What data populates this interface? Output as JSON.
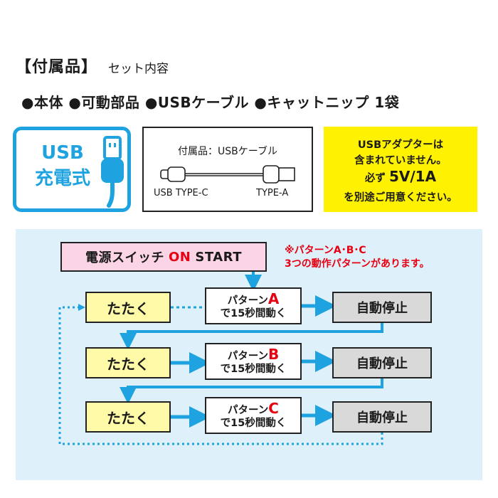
{
  "header": {
    "title": "【付属品】",
    "subtitle": "セット内容"
  },
  "contents_line": "●本体 ●可動部品 ●USBケーブル ●キャットニップ 1袋",
  "usb_badge": {
    "line1": "USB",
    "line2": "充電式",
    "icon": "usb-plug-icon",
    "color": "#1fa3e0"
  },
  "cable": {
    "title": "付属品：USBケーブル",
    "left_label": "USB TYPE-C",
    "right_label": "TYPE-A",
    "icon": "usb-cable-icon"
  },
  "adapter_note": {
    "line1": "USBアダプターは",
    "line2": "含まれていません。",
    "line3_prefix": "必ず",
    "line3_value": "5V/1A",
    "line4": "を別途ご用意ください。",
    "bg_color": "#fff200"
  },
  "flow": {
    "power": {
      "prefix": "電源スイッチ",
      "on": "ON",
      "start": "START"
    },
    "note_line1": "※パターンA･B･C",
    "note_line2": "3つの動作パターンがあります。",
    "steps": [
      {
        "tap": "たたく",
        "pattern_prefix": "パターン",
        "pattern_letter": "A",
        "pattern_suffix": "で15秒間動く",
        "stop": "自動停止"
      },
      {
        "tap": "たたく",
        "pattern_prefix": "パターン",
        "pattern_letter": "B",
        "pattern_suffix": "で15秒間動く",
        "stop": "自動停止"
      },
      {
        "tap": "たたく",
        "pattern_prefix": "パターン",
        "pattern_letter": "C",
        "pattern_suffix": "で15秒間動く",
        "stop": "自動停止"
      }
    ],
    "colors": {
      "arrow": "#1fa3e0",
      "accent_red": "#e60012",
      "bg": "#def1fb"
    }
  }
}
